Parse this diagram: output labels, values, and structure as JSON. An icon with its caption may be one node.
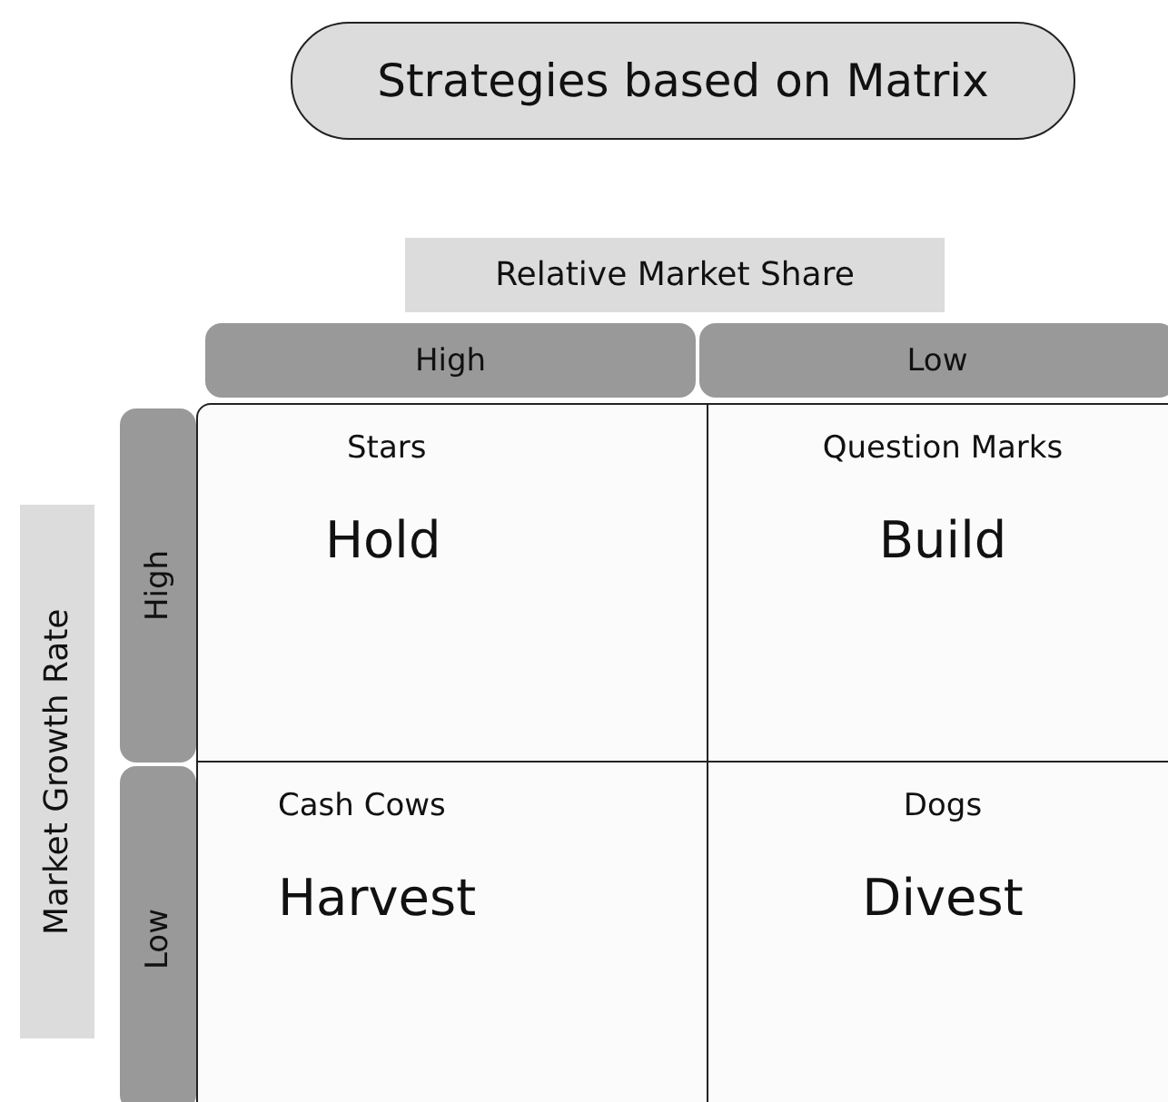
{
  "diagram": {
    "nodes": [
      {
        "text": [
          "Strategies based on Matrix"
        ]
      },
      {
        "text": [
          "Relative Market Share"
        ]
      },
      {
        "text": [
          "High"
        ]
      },
      {
        "text": [
          "Low"
        ]
      },
      {
        "text": [
          "Market Growth Rate"
        ]
      },
      {
        "text": [
          "High"
        ]
      },
      {
        "text": [
          "Low"
        ]
      },
      {
        "text": [
          "Stars",
          "Hold"
        ]
      },
      {
        "text": [
          "Question Marks",
          "Build"
        ]
      },
      {
        "text": [
          "Cash Cows",
          "Harvest"
        ]
      },
      {
        "text": [
          "Dogs",
          "Divest"
        ]
      }
    ]
  }
}
